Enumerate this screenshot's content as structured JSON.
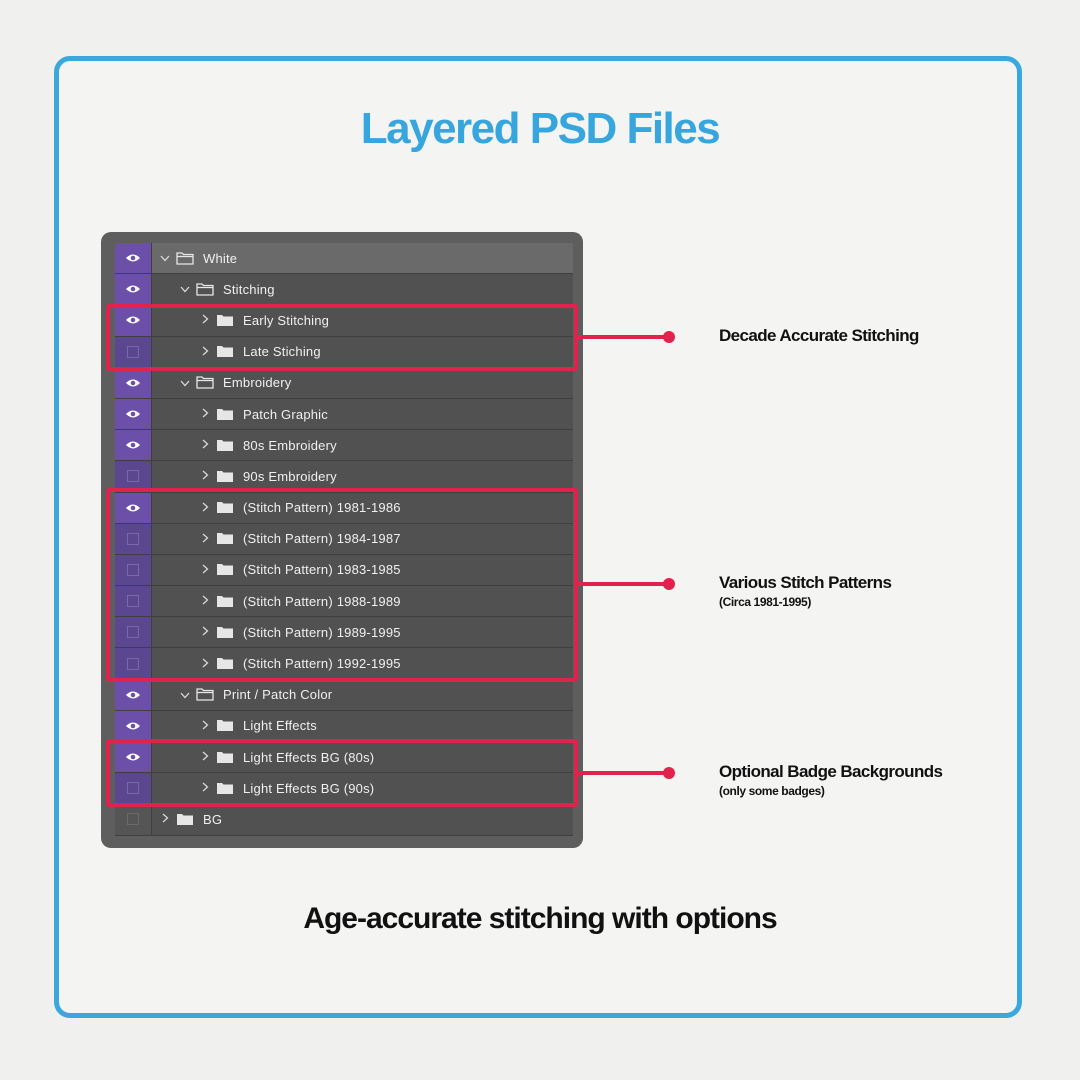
{
  "title": "Layered PSD Files",
  "subtitle": "Age-accurate stitching with options",
  "layers": [
    {
      "label": "White",
      "depth": 0,
      "open": true,
      "eye": "on"
    },
    {
      "label": "Stitching",
      "depth": 1,
      "open": true,
      "eye": "on"
    },
    {
      "label": "Early Stitching",
      "depth": 2,
      "open": false,
      "eye": "on"
    },
    {
      "label": "Late Stiching",
      "depth": 2,
      "open": false,
      "eye": "off"
    },
    {
      "label": "Embroidery",
      "depth": 1,
      "open": true,
      "eye": "on"
    },
    {
      "label": "Patch Graphic",
      "depth": 2,
      "open": false,
      "eye": "on"
    },
    {
      "label": "80s Embroidery",
      "depth": 2,
      "open": false,
      "eye": "on"
    },
    {
      "label": "90s Embroidery",
      "depth": 2,
      "open": false,
      "eye": "off"
    },
    {
      "label": "(Stitch Pattern) 1981-1986",
      "depth": 2,
      "open": false,
      "eye": "on"
    },
    {
      "label": "(Stitch Pattern) 1984-1987",
      "depth": 2,
      "open": false,
      "eye": "off"
    },
    {
      "label": "(Stitch Pattern) 1983-1985",
      "depth": 2,
      "open": false,
      "eye": "off"
    },
    {
      "label": "(Stitch Pattern) 1988-1989",
      "depth": 2,
      "open": false,
      "eye": "off"
    },
    {
      "label": "(Stitch Pattern) 1989-1995",
      "depth": 2,
      "open": false,
      "eye": "off"
    },
    {
      "label": "(Stitch Pattern) 1992-1995",
      "depth": 2,
      "open": false,
      "eye": "off"
    },
    {
      "label": "Print / Patch Color",
      "depth": 1,
      "open": true,
      "eye": "on"
    },
    {
      "label": "Light Effects",
      "depth": 2,
      "open": false,
      "eye": "on"
    },
    {
      "label": "Light Effects BG (80s)",
      "depth": 2,
      "open": false,
      "eye": "on"
    },
    {
      "label": "Light Effects BG (90s)",
      "depth": 2,
      "open": false,
      "eye": "off"
    },
    {
      "label": "BG",
      "depth": 0,
      "open": false,
      "eye": "gray"
    }
  ],
  "callouts": [
    {
      "heading": "Decade Accurate Stitching",
      "sub": ""
    },
    {
      "heading": "Various Stitch Patterns",
      "sub": "(Circa 1981-1995)"
    },
    {
      "heading": "Optional Badge Backgrounds",
      "sub": "(only some badges)"
    }
  ],
  "colors": {
    "accent_blue": "#36a6dc",
    "highlight_red": "#e0224c",
    "eye_purple": "#6b4fa8",
    "panel_gray": "#515151"
  },
  "icons": {
    "visibility": "eye-icon",
    "group": "folder-icon",
    "expand": "chevron-icon"
  }
}
